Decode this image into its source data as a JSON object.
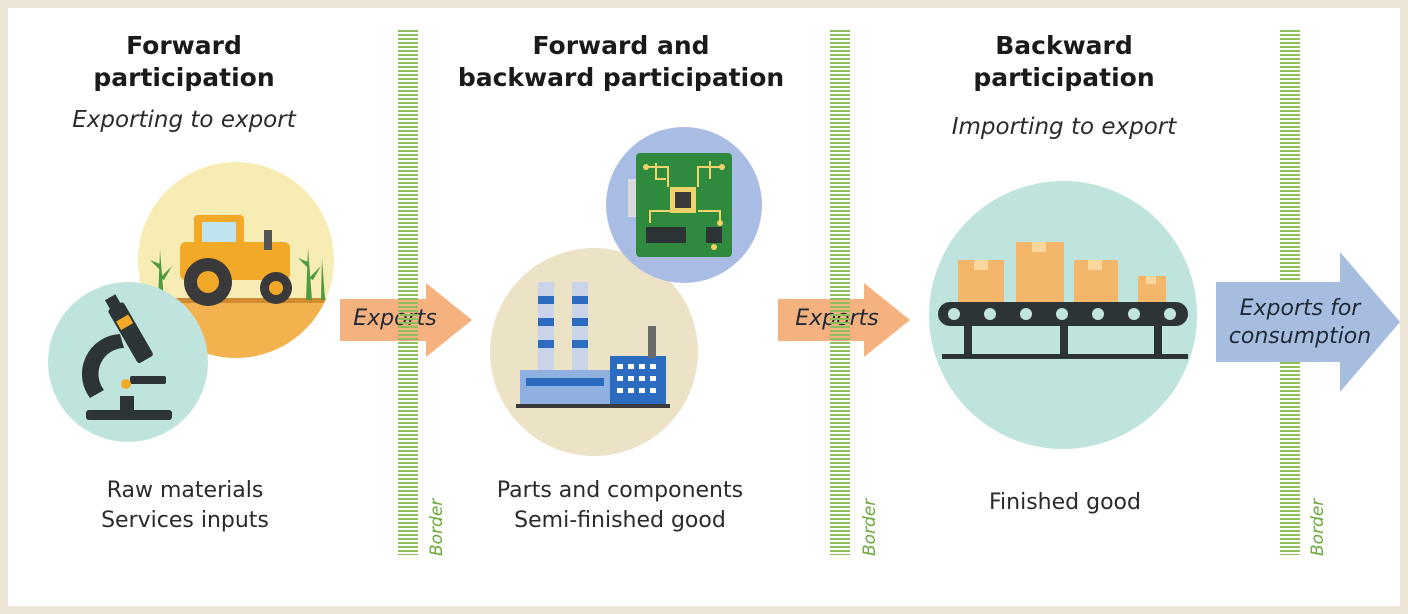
{
  "stages": [
    {
      "title_line1": "Forward",
      "title_line2": "participation",
      "subtitle": "Exporting to export",
      "caption_line1": "Raw materials",
      "caption_line2": "Services inputs"
    },
    {
      "title_line1": "Forward and",
      "title_line2": "backward participation",
      "subtitle": "",
      "caption_line1": "Parts and components",
      "caption_line2": "Semi-finished good"
    },
    {
      "title_line1": "Backward",
      "title_line2": "participation",
      "subtitle": "Importing to export",
      "caption_line1": "Finished good",
      "caption_line2": ""
    }
  ],
  "arrows": [
    {
      "label": "Exports"
    },
    {
      "label": "Exports"
    },
    {
      "label_line1": "Exports for",
      "label_line2": "consumption"
    }
  ],
  "borders": [
    {
      "label": "Border"
    },
    {
      "label": "Border"
    },
    {
      "label": "Border"
    }
  ],
  "colors": {
    "export_arrow": "#f5b27f",
    "consumption_arrow": "#a7bde0",
    "border_hatch": "#8fbf5a",
    "circle_yellow": "#f7ecb4",
    "circle_teal": "#bfe3dd",
    "circle_beige": "#ece2c6",
    "circle_blue": "#a9bde4"
  },
  "icons": [
    "tractor-icon",
    "microscope-icon",
    "circuit-board-icon",
    "factory-icon",
    "conveyor-belt-icon"
  ]
}
